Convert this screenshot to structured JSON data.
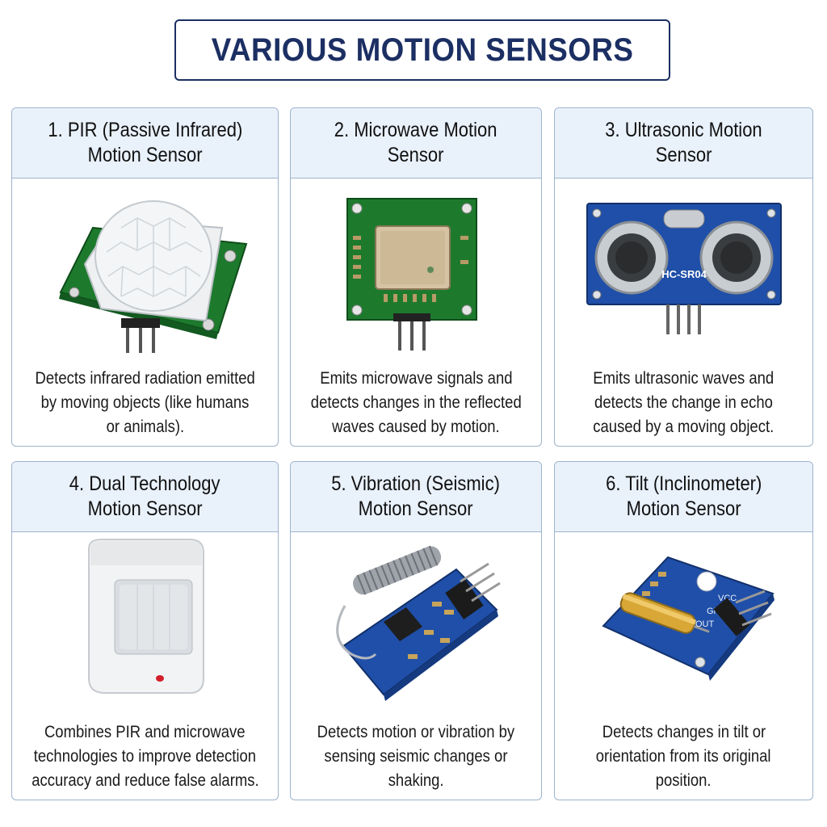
{
  "title": "VARIOUS MOTION SENSORS",
  "colors": {
    "title": "#1c2f63",
    "header_bg": "#e9f1fb",
    "card_border": "#9db3cc",
    "pcb_green": "#1d7a2d",
    "pcb_blue": "#1f4fa8"
  },
  "cards": [
    {
      "header": [
        "1. PIR (Passive Infrared)",
        "Motion Sensor"
      ],
      "description": [
        "Detects infrared radiation emitted",
        "by moving objects (like humans",
        "or animals)."
      ],
      "icon": "pir-sensor-icon"
    },
    {
      "header": [
        "2. Microwave Motion",
        "Sensor"
      ],
      "description": [
        "Emits microwave signals and",
        "detects changes in the reflected",
        "waves caused by motion."
      ],
      "icon": "microwave-sensor-icon"
    },
    {
      "header": [
        "3. Ultrasonic Motion",
        "Sensor"
      ],
      "description": [
        "Emits ultrasonic waves and",
        "detects the change in echo",
        "caused by a moving object."
      ],
      "icon": "ultrasonic-sensor-icon",
      "chip_label": "HC-SR04"
    },
    {
      "header": [
        "4. Dual Technology",
        "Motion Sensor"
      ],
      "description": [
        "Combines PIR and microwave",
        "technologies to improve detection",
        "accuracy and reduce false alarms."
      ],
      "icon": "dual-tech-sensor-icon"
    },
    {
      "header": [
        "5. Vibration (Seismic)",
        "Motion Sensor"
      ],
      "description": [
        "Detects motion or vibration by",
        "sensing seismic changes or",
        "shaking."
      ],
      "icon": "vibration-sensor-icon"
    },
    {
      "header": [
        "6. Tilt (Inclinometer)",
        "Motion Sensor"
      ],
      "description": [
        "Detects changes in tilt or",
        "orientation from its original",
        "position."
      ],
      "icon": "tilt-sensor-icon",
      "pin_labels": [
        "VCC",
        "GND",
        "OUT"
      ]
    }
  ]
}
